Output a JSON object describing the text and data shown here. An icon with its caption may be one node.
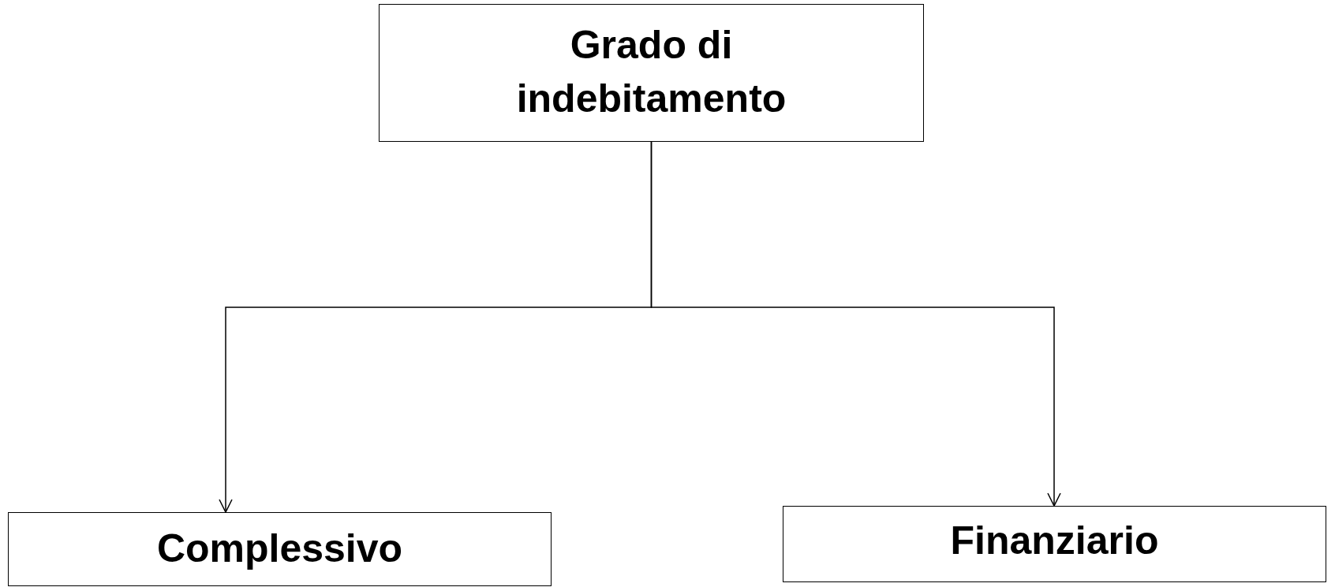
{
  "diagram": {
    "nodes": [
      {
        "text": [
          "Grado di indebitamento"
        ]
      },
      {
        "text": [
          "Complessivo"
        ]
      },
      {
        "text": [
          "Finanziario"
        ]
      }
    ],
    "edges": [
      {
        "from": 0,
        "to": 1,
        "arrow": "to"
      },
      {
        "from": 0,
        "to": 2,
        "arrow": "to"
      }
    ]
  }
}
